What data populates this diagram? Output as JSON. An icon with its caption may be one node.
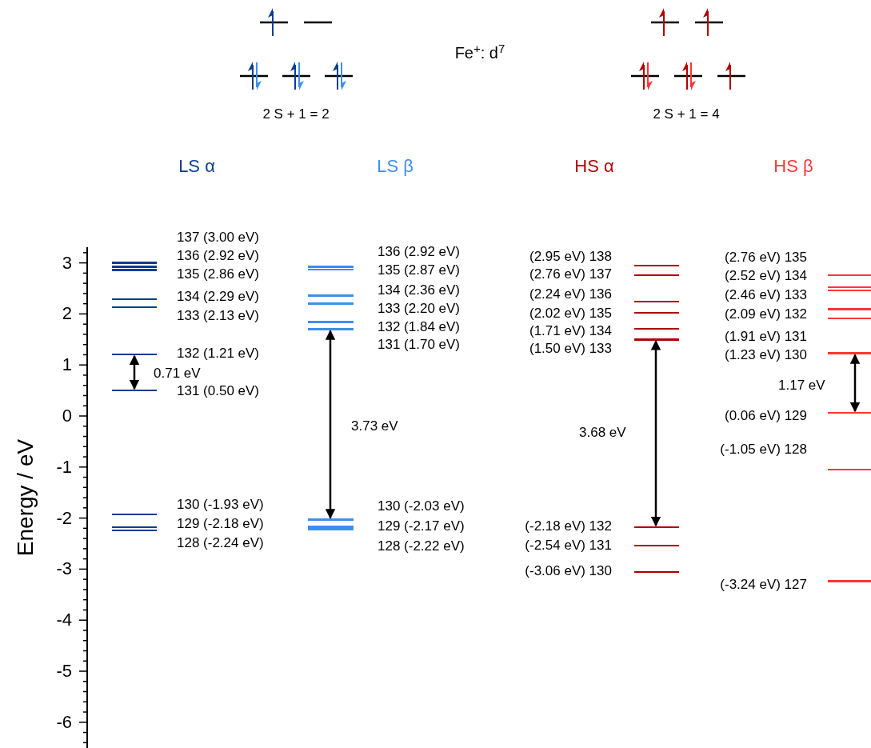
{
  "diagram": {
    "nodes": [
      {
        "text": [],
        "shape": "bar",
        "beside": [
          "137 (3.00 eV)"
        ]
      },
      {
        "text": [],
        "shape": "bar",
        "beside": [
          "136 (2.92 eV)"
        ]
      },
      {
        "text": [],
        "shape": "bar",
        "beside": [
          "135 (2.86 eV)"
        ]
      },
      {
        "text": [],
        "shape": "bar",
        "beside": [
          "134 (2.29 eV)"
        ]
      },
      {
        "text": [],
        "shape": "bar",
        "beside": [
          "133 (2.13 eV)"
        ]
      },
      {
        "text": [],
        "shape": "bar",
        "beside": [
          "132 (1.21 eV)"
        ]
      },
      {
        "text": [],
        "shape": "bar",
        "beside": [
          "131 (0.50 eV)"
        ]
      },
      {
        "text": [],
        "shape": "bar",
        "beside": [
          "130 (-1.93 eV)"
        ]
      },
      {
        "text": [],
        "shape": "bar",
        "beside": [
          "129 (-2.18 eV)"
        ]
      },
      {
        "text": [],
        "shape": "bar",
        "beside": [
          "128 (-2.24 eV)"
        ]
      },
      {
        "text": [],
        "shape": "bar",
        "beside": [
          "136 (2.92 eV)"
        ]
      },
      {
        "text": [],
        "shape": "bar",
        "beside": [
          "135 (2.87 eV)"
        ]
      },
      {
        "text": [],
        "shape": "bar",
        "beside": [
          "134 (2.36 eV)"
        ]
      },
      {
        "text": [],
        "shape": "bar",
        "beside": [
          "133 (2.20 eV)"
        ]
      },
      {
        "text": [],
        "shape": "bar",
        "beside": [
          "132 (1.84 eV)"
        ]
      },
      {
        "text": [],
        "shape": "bar",
        "beside": [
          "131 (1.70 eV)"
        ]
      },
      {
        "text": [],
        "shape": "bar",
        "beside": [
          "130 (-2.03 eV)"
        ]
      },
      {
        "text": [],
        "shape": "bar",
        "beside": [
          "129 (-2.17 eV)"
        ]
      },
      {
        "text": [],
        "shape": "bar",
        "beside": [
          "128 (-2.22 eV)"
        ]
      },
      {
        "text": [],
        "shape": "bar",
        "beside": [
          "(2.95 eV) 138"
        ]
      },
      {
        "text": [],
        "shape": "bar",
        "beside": [
          "(2.76 eV) 137"
        ]
      },
      {
        "text": [],
        "shape": "bar",
        "beside": [
          "(2.24 eV) 136"
        ]
      },
      {
        "text": [],
        "shape": "bar",
        "beside": [
          "(2.02 eV) 135"
        ]
      },
      {
        "text": [],
        "shape": "bar",
        "beside": [
          "(1.71 eV) 134"
        ]
      },
      {
        "text": [],
        "shape": "bar",
        "beside": [
          "(1.50 eV) 133"
        ]
      },
      {
        "text": [],
        "shape": "bar",
        "beside": [
          "(-2.18 eV) 132"
        ]
      },
      {
        "text": [],
        "shape": "bar",
        "beside": [
          "(-2.54 eV) 131"
        ]
      },
      {
        "text": [],
        "shape": "bar",
        "beside": [
          "(-3.06 eV) 130"
        ]
      },
      {
        "text": [],
        "shape": "bar",
        "beside": [
          "(2.76 eV) 135"
        ]
      },
      {
        "text": [],
        "shape": "bar",
        "beside": [
          "(2.52 eV) 134"
        ]
      },
      {
        "text": [],
        "shape": "bar",
        "beside": [
          "(2.46 eV) 133"
        ]
      },
      {
        "text": [],
        "shape": "bar",
        "beside": [
          "(2.09 eV) 132"
        ]
      },
      {
        "text": [],
        "shape": "bar",
        "beside": [
          "(1.91 eV) 131"
        ]
      },
      {
        "text": [],
        "shape": "bar",
        "beside": [
          "(1.23 eV) 130"
        ]
      },
      {
        "text": [],
        "shape": "bar",
        "beside": [
          "(0.06 eV) 129"
        ]
      },
      {
        "text": [],
        "shape": "bar",
        "beside": [
          "(-1.05 eV) 128"
        ]
      },
      {
        "text": [],
        "shape": "bar",
        "beside": [
          "(-3.24 eV) 127"
        ]
      }
    ],
    "edges": [
      {
        "from": 5,
        "to": 6,
        "arrow": "both",
        "label": "0.71 eV"
      },
      {
        "from": 15,
        "to": 16,
        "arrow": "both",
        "label": "3.73 eV"
      },
      {
        "from": 24,
        "to": 25,
        "arrow": "both",
        "label": "3.68 eV"
      },
      {
        "from": 33,
        "to": 34,
        "arrow": "both",
        "label": "1.17 eV"
      }
    ],
    "labels": [
      "Fe$^{+}$: d$^{7}$",
      "2 S + 1 = 2",
      "2 S + 1 = 4",
      "LS α",
      "LS β",
      "HS α",
      "HS β",
      "Energy / eV",
      "3",
      "2",
      "1",
      "0",
      "-1",
      "-2",
      "-3",
      "-4",
      "-5",
      "-6"
    ]
  }
}
